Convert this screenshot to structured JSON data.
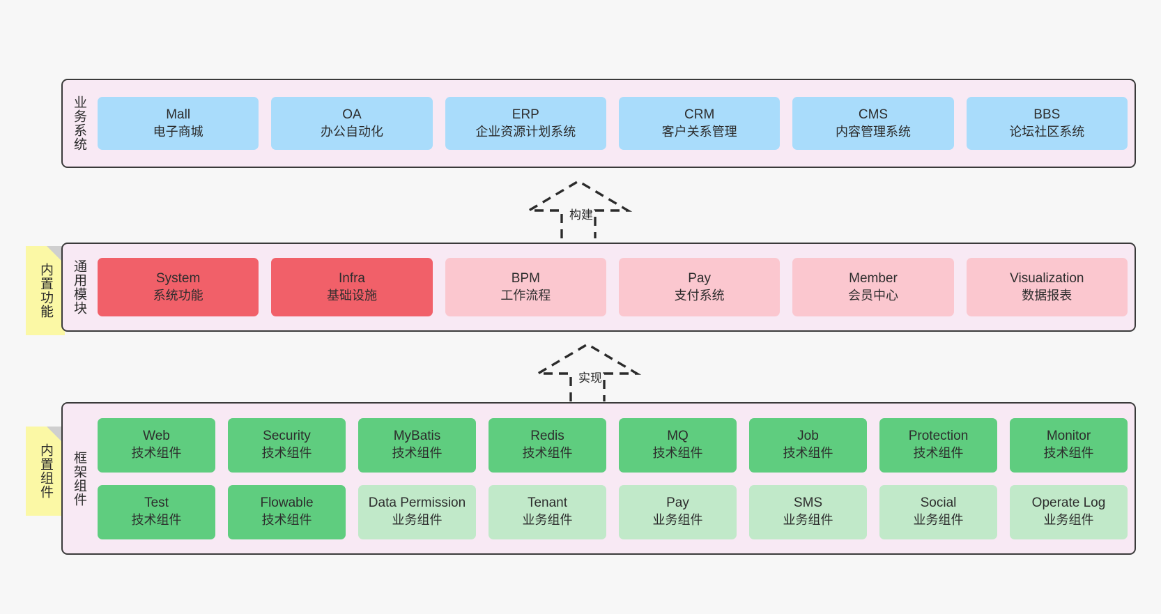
{
  "diagram": {
    "title": "System architecture layers",
    "background_color": "#f7f7f7",
    "panel_fill": "#f8e9f4",
    "panel_border": "#3a3a3a",
    "note_fill": "#fbf8a5"
  },
  "layers": [
    {
      "id": "business",
      "title": "业务系统",
      "box_color": "#a9dcfb",
      "rows": [
        [
          {
            "en": "Mall",
            "cn": "电子商城"
          },
          {
            "en": "OA",
            "cn": "办公自动化"
          },
          {
            "en": "ERP",
            "cn": "企业资源计划系统"
          },
          {
            "en": "CRM",
            "cn": "客户关系管理"
          },
          {
            "en": "CMS",
            "cn": "内容管理系统"
          },
          {
            "en": "BBS",
            "cn": "论坛社区系统"
          }
        ]
      ]
    },
    {
      "id": "common",
      "title": "通用模块",
      "box_color": "#f16069",
      "box_color_alt": "#fbc7cf",
      "rows": [
        [
          {
            "en": "System",
            "cn": "系统功能",
            "variant": "red"
          },
          {
            "en": "Infra",
            "cn": "基础设施",
            "variant": "red"
          },
          {
            "en": "BPM",
            "cn": "工作流程",
            "variant": "pinklite"
          },
          {
            "en": "Pay",
            "cn": "支付系统",
            "variant": "pinklite"
          },
          {
            "en": "Member",
            "cn": "会员中心",
            "variant": "pinklite"
          },
          {
            "en": "Visualization",
            "cn": "数据报表",
            "variant": "pinklite"
          }
        ]
      ]
    },
    {
      "id": "framework",
      "title": "框架组件",
      "box_color": "#5fcd7f",
      "box_color_alt": "#c1e9c9",
      "rows": [
        [
          {
            "en": "Web",
            "cn": "技术组件",
            "variant": "green"
          },
          {
            "en": "Security",
            "cn": "技术组件",
            "variant": "green"
          },
          {
            "en": "MyBatis",
            "cn": "技术组件",
            "variant": "green"
          },
          {
            "en": "Redis",
            "cn": "技术组件",
            "variant": "green"
          },
          {
            "en": "MQ",
            "cn": "技术组件",
            "variant": "green"
          },
          {
            "en": "Job",
            "cn": "技术组件",
            "variant": "green"
          },
          {
            "en": "Protection",
            "cn": "技术组件",
            "variant": "green"
          },
          {
            "en": "Monitor",
            "cn": "技术组件",
            "variant": "green"
          }
        ],
        [
          {
            "en": "Test",
            "cn": "技术组件",
            "variant": "green"
          },
          {
            "en": "Flowable",
            "cn": "技术组件",
            "variant": "green"
          },
          {
            "en": "Data Permission",
            "cn": "业务组件",
            "variant": "greenlite"
          },
          {
            "en": "Tenant",
            "cn": "业务组件",
            "variant": "greenlite"
          },
          {
            "en": "Pay",
            "cn": "业务组件",
            "variant": "greenlite"
          },
          {
            "en": "SMS",
            "cn": "业务组件",
            "variant": "greenlite"
          },
          {
            "en": "Social",
            "cn": "业务组件",
            "variant": "greenlite"
          },
          {
            "en": "Operate Log",
            "cn": "业务组件",
            "variant": "greenlite"
          }
        ]
      ]
    }
  ],
  "notes": [
    {
      "id": "note-common",
      "text": "内置功能"
    },
    {
      "id": "note-framework",
      "text": "内置组件"
    }
  ],
  "arrows": [
    {
      "id": "arrow-build",
      "label": "构建",
      "style": "dashed-hollow-up"
    },
    {
      "id": "arrow-impl",
      "label": "实现",
      "style": "dashed-hollow-up"
    }
  ]
}
